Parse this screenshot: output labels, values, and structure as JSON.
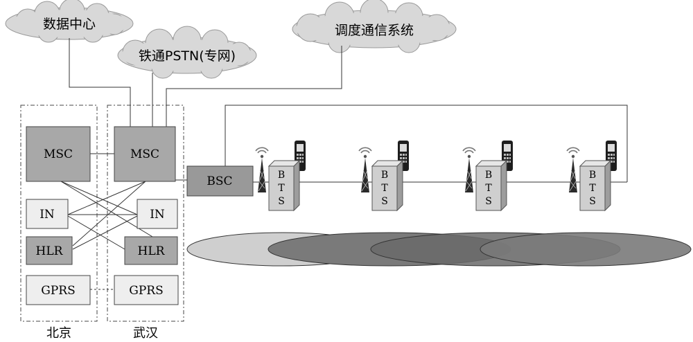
{
  "clouds": {
    "data_center": "数据中心",
    "pstn": "铁通PSTN(专网)",
    "dispatch": "调度通信系统"
  },
  "sites": {
    "beijing": {
      "label": "北京",
      "msc": "MSC",
      "in": "IN",
      "hlr": "HLR",
      "gprs": "GPRS"
    },
    "wuhan": {
      "label": "武汉",
      "msc": "MSC",
      "in": "IN",
      "hlr": "HLR",
      "gprs": "GPRS"
    }
  },
  "bsc": "BSC",
  "bts": {
    "letters": [
      "B",
      "T",
      "S"
    ],
    "count": 4
  },
  "colors": {
    "cloud": "#d8d8d8",
    "box_dark": "#a8a8a8",
    "box_light": "#eeeeee",
    "bsc": "#999999",
    "cell_light": "#cfcfcf",
    "cell_dark": "#6a6a6a"
  }
}
